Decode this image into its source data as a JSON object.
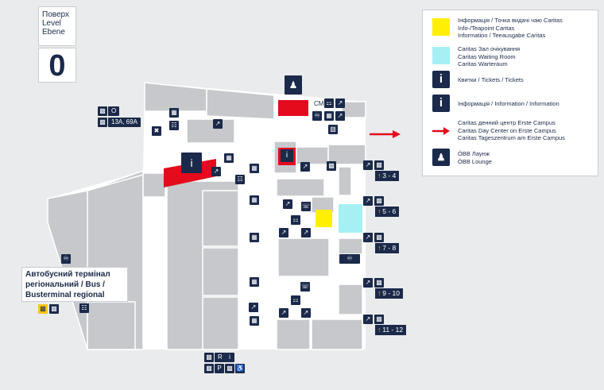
{
  "level": {
    "lines": [
      "Поверх",
      "Level",
      "Ebene"
    ],
    "number": "0"
  },
  "legend": {
    "items": [
      {
        "type": "swatch",
        "color": "#ffef00",
        "lines": [
          "Інформація / Точка видачі чаю Caritas",
          "Info-/Teapoint Caritas",
          "Information / Teeausgabe Caritas"
        ]
      },
      {
        "type": "swatch",
        "color": "#a6f0f4",
        "lines": [
          "Caritas Зал очікування",
          "Caritas Waiting Room",
          "Caritas Warteraum"
        ]
      },
      {
        "type": "icon",
        "icon": "ticket-info-icon",
        "lines": [
          "Квитки / Tickets / Tickets"
        ]
      },
      {
        "type": "icon",
        "icon": "information-icon",
        "lines": [
          "Інформація / Information / Information"
        ]
      },
      {
        "type": "arrow",
        "icon": "red-arrow-icon",
        "lines": [
          "Caritas денний центр Erste Campus",
          "Caritas Day Center on Erste Campus",
          "Caritas Tageszentrum am Erste Campus"
        ]
      },
      {
        "type": "icon",
        "icon": "oebb-lounge-icon",
        "lines": [
          "ÖBB Лаунж",
          "ÖBB Lounge"
        ]
      }
    ]
  },
  "bus_terminal": {
    "lines": [
      "Автобусний термінал",
      "регіональний / Bus /",
      "Busterminal regional"
    ]
  },
  "transit": {
    "tram_line": "O",
    "bus_lines": "13A, 69A",
    "bottom_r": "R"
  },
  "platforms": [
    {
      "label": "3 - 4"
    },
    {
      "label": "5 - 6"
    },
    {
      "label": "7 - 8"
    },
    {
      "label": "9 - 10"
    },
    {
      "label": "11 - 12"
    }
  ],
  "map_labels": {
    "cm": "CM",
    "wc": "WC"
  },
  "colors": {
    "navy": "#1b2a4a",
    "red": "#e30b1c",
    "yellow": "#ffef00",
    "cyan": "#a6f0f4"
  }
}
